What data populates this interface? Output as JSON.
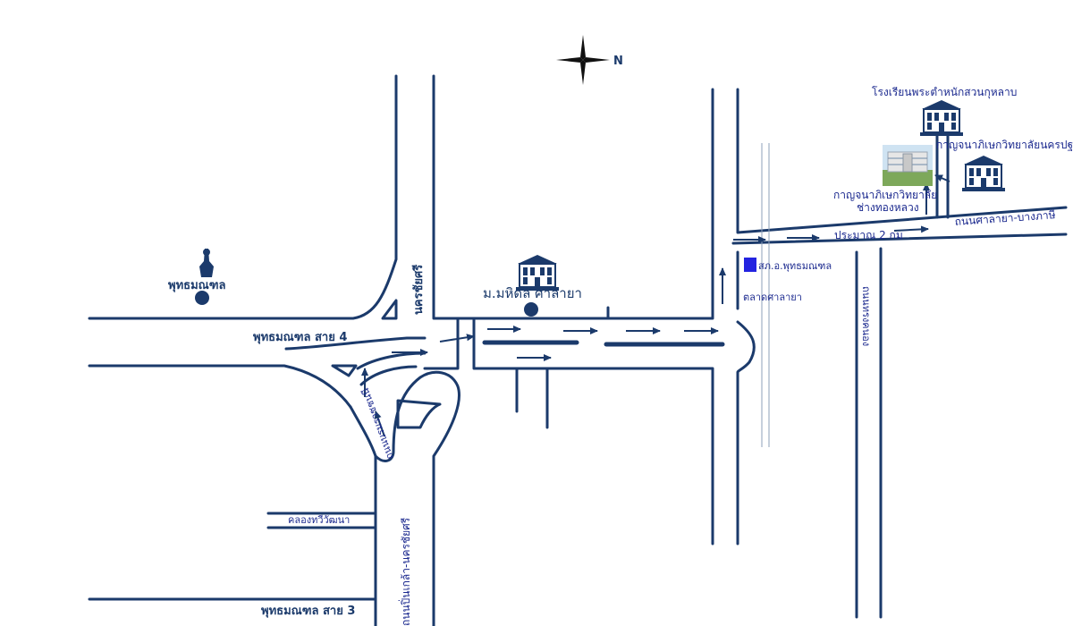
{
  "compass": {
    "north_label": "N",
    "icon": "compass-rose-icon"
  },
  "colors": {
    "road": "#1b3a6b",
    "label": "#1c2a8f",
    "marker": "#1b3a6b",
    "district_office": "#2323e0",
    "photo_sky": "#cfe3f2",
    "photo_grass": "#7da85a"
  },
  "roads": {
    "phutthamonthon_sai4": "พุทธมณฑล สาย 4",
    "phutthamonthon_sai3": "พุทธมณฑล สาย 3",
    "nakhon_chaisri": "นครชัยศรี",
    "borommaratchachonnani_loop": "ถนนบรมราชชนนี",
    "pinklao_nakhonchaisri": "ถนนปิ่นเกล้า-นครชัยศรี",
    "khlong_thawiwatthana": "คลองทวีวัฒนา",
    "salaya_bangphasi": "ถนนศาลายา-บางภาษี",
    "songkhanong": "ถนนทรงคนอง"
  },
  "places": {
    "phutthamonthon": "พุทธมณฑล",
    "mahidol_salaya": "ม.มหิดล ศาลายา",
    "district_office": "สภ.อ.พุทธมณฑล",
    "salaya_market": "ตลาดศาลายา",
    "school": "โรงเรียนพระตำหนักสวนกุหลาบ",
    "kanchanaphisek_nakhonpathom": "กาญจนาภิเษกวิทยาลัยนครปฐม",
    "kanchanaphisek_line1": "กาญจนาภิเษกวิทยาลัย",
    "kanchanaphisek_line2": "ช่างทองหลวง"
  },
  "distance_note": "ประมาณ 2 กม",
  "icons": {
    "building": "building-icon",
    "statue": "buddha-statue-icon",
    "location_dot": "location-dot-icon",
    "arrow": "direction-arrow-icon"
  }
}
